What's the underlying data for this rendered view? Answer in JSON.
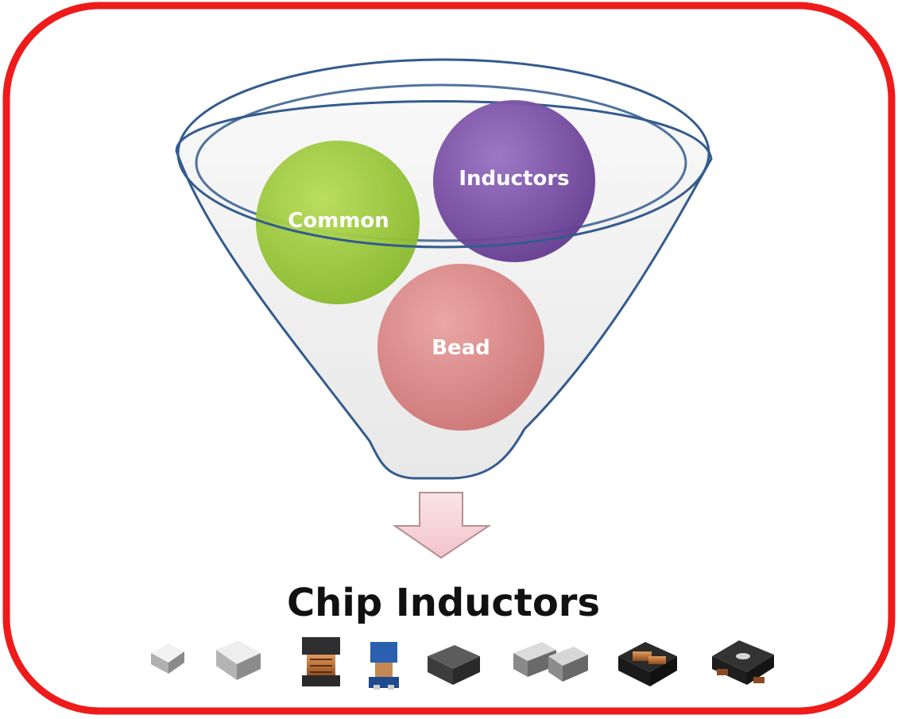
{
  "diagram": {
    "circles": [
      {
        "id": "common",
        "label": "Common",
        "color": "#9cc93c"
      },
      {
        "id": "inductors",
        "label": "Inductors",
        "color": "#7c52a8"
      },
      {
        "id": "bead",
        "label": "Bead",
        "color": "#d98585"
      }
    ],
    "caption": "Chip Inductors",
    "components": [
      "white-chip-small",
      "white-chip-medium",
      "wire-wound-copper-inductor",
      "blue-wire-wound-inductor",
      "molded-gray-inductor",
      "common-mode-choke-pair",
      "common-mode-choke-array",
      "shielded-power-inductor"
    ]
  },
  "colors": {
    "frame": "#ee1b1b",
    "funnel_stroke": "#345b8e",
    "arrow_fill": "#f6d2d6"
  }
}
